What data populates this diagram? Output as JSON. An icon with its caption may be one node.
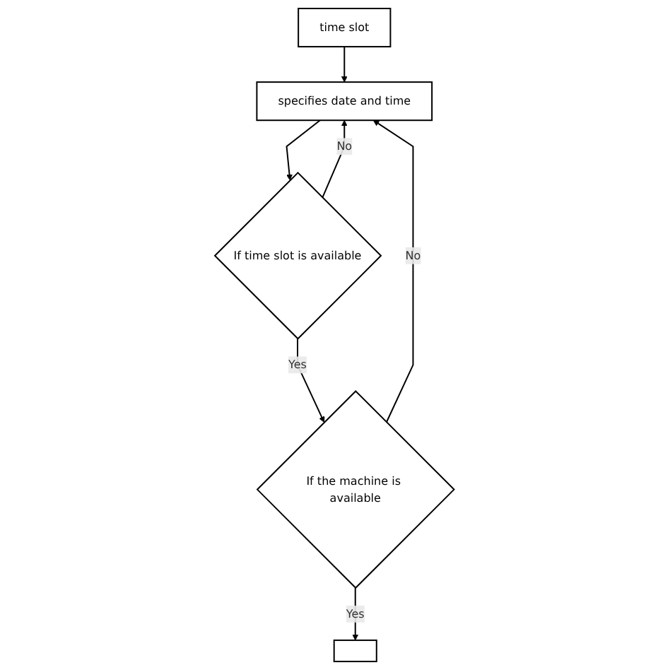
{
  "diagram": {
    "nodes": [
      {
        "text": [
          "time slot"
        ]
      },
      {
        "text": [
          "specifies date and time"
        ]
      },
      {
        "text": [
          "If time slot is available"
        ]
      },
      {
        "text": [
          "If the machine is available"
        ]
      },
      {
        "text": [],
        "shape": "box"
      }
    ],
    "edges": [
      {
        "from": 0,
        "to": 1,
        "arrow": "to"
      },
      {
        "from": 1,
        "to": 2,
        "arrow": "to"
      },
      {
        "from": 2,
        "to": 1,
        "label": "No",
        "arrow": "to"
      },
      {
        "from": 2,
        "to": 3,
        "label": "Yes",
        "arrow": "to"
      },
      {
        "from": 3,
        "to": 1,
        "label": "No",
        "arrow": "to"
      },
      {
        "from": 3,
        "to": 4,
        "label": "Yes",
        "arrow": "to"
      }
    ]
  }
}
